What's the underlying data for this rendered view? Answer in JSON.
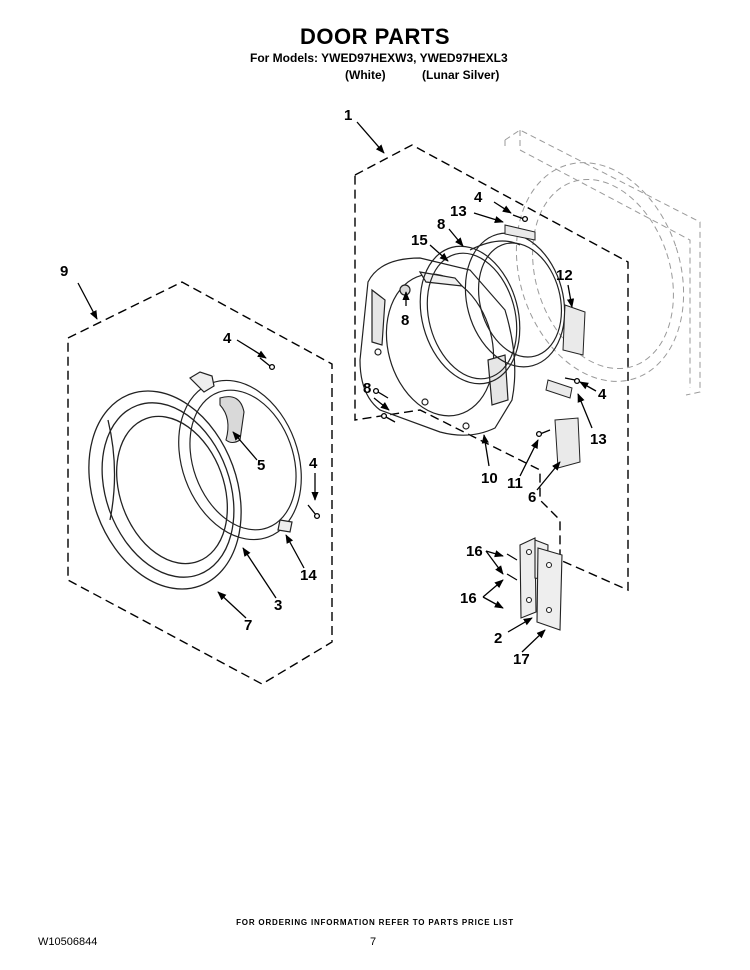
{
  "header": {
    "title": "DOOR PARTS",
    "models_line": "For Models: YWED97HEXW3, YWED97HEXL3",
    "variant_white": "(White)",
    "variant_silver": "(Lunar Silver)"
  },
  "callouts": {
    "c1": "1",
    "c9": "9",
    "c4a": "4",
    "c13a": "13",
    "c8a": "8",
    "c15": "15",
    "c12": "12",
    "c8b": "8",
    "c8c": "8",
    "c4b": "4",
    "c13b": "13",
    "c10": "10",
    "c11": "11",
    "c6": "6",
    "c4c": "4",
    "c5": "5",
    "c4d": "4",
    "c14": "14",
    "c3": "3",
    "c7": "7",
    "c16a": "16",
    "c16b": "16",
    "c2": "2",
    "c17": "17"
  },
  "footer": {
    "ordering_info": "FOR ORDERING INFORMATION REFER TO PARTS PRICE LIST",
    "doc_number": "W10506844",
    "page_number": "7"
  }
}
